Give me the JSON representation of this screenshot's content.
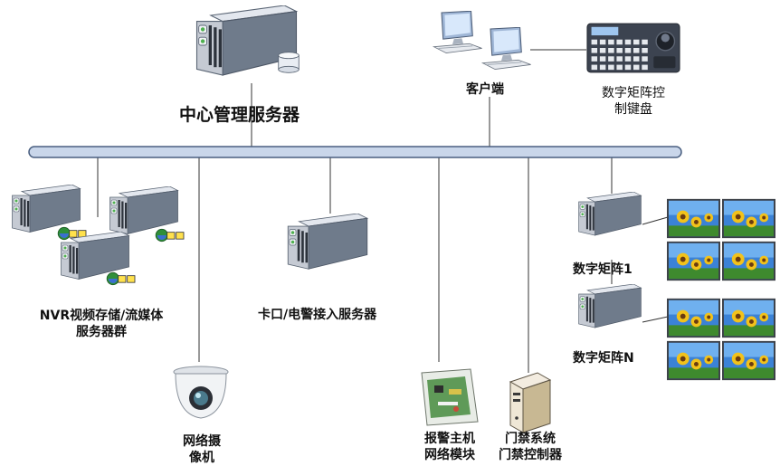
{
  "labels": {
    "center_server": "中心管理服务器",
    "client": "客户端",
    "keyboard_line1": "数字矩阵控",
    "keyboard_line2": "制键盘",
    "nvr_line1": "NVR视频存储/流媒体",
    "nvr_line2": "服务器群",
    "checkpoint": "卡口/电警接入服务器",
    "matrix1": "数字矩阵1",
    "matrixN": "数字矩阵N",
    "camera_line1": "网络摄",
    "camera_line2": "像机",
    "alarm_line1": "报警主机",
    "alarm_line2": "网络模块",
    "access_line1": "门禁系统",
    "access_line2": "门禁控制器"
  },
  "icons": {
    "center_server": "rack-server-with-database-icon",
    "client": "workstation-pc-icon",
    "keyboard": "matrix-keyboard-icon",
    "nvr": "storage-server-icon",
    "checkpoint": "rack-server-icon",
    "matrix": "video-matrix-server-icon",
    "video_wall": "video-wall-monitor-icon",
    "camera": "dome-camera-icon",
    "alarm": "circuit-board-icon",
    "access": "tower-pc-controller-icon"
  },
  "colors": {
    "bus_fill": "#c9d6ea",
    "bus_stroke": "#4a5f80",
    "line": "#333333",
    "server_body": "#7c8796",
    "server_front": "#c5cad3",
    "screen_sky": "#3b82d6",
    "sunflower": "#f2c21b"
  }
}
